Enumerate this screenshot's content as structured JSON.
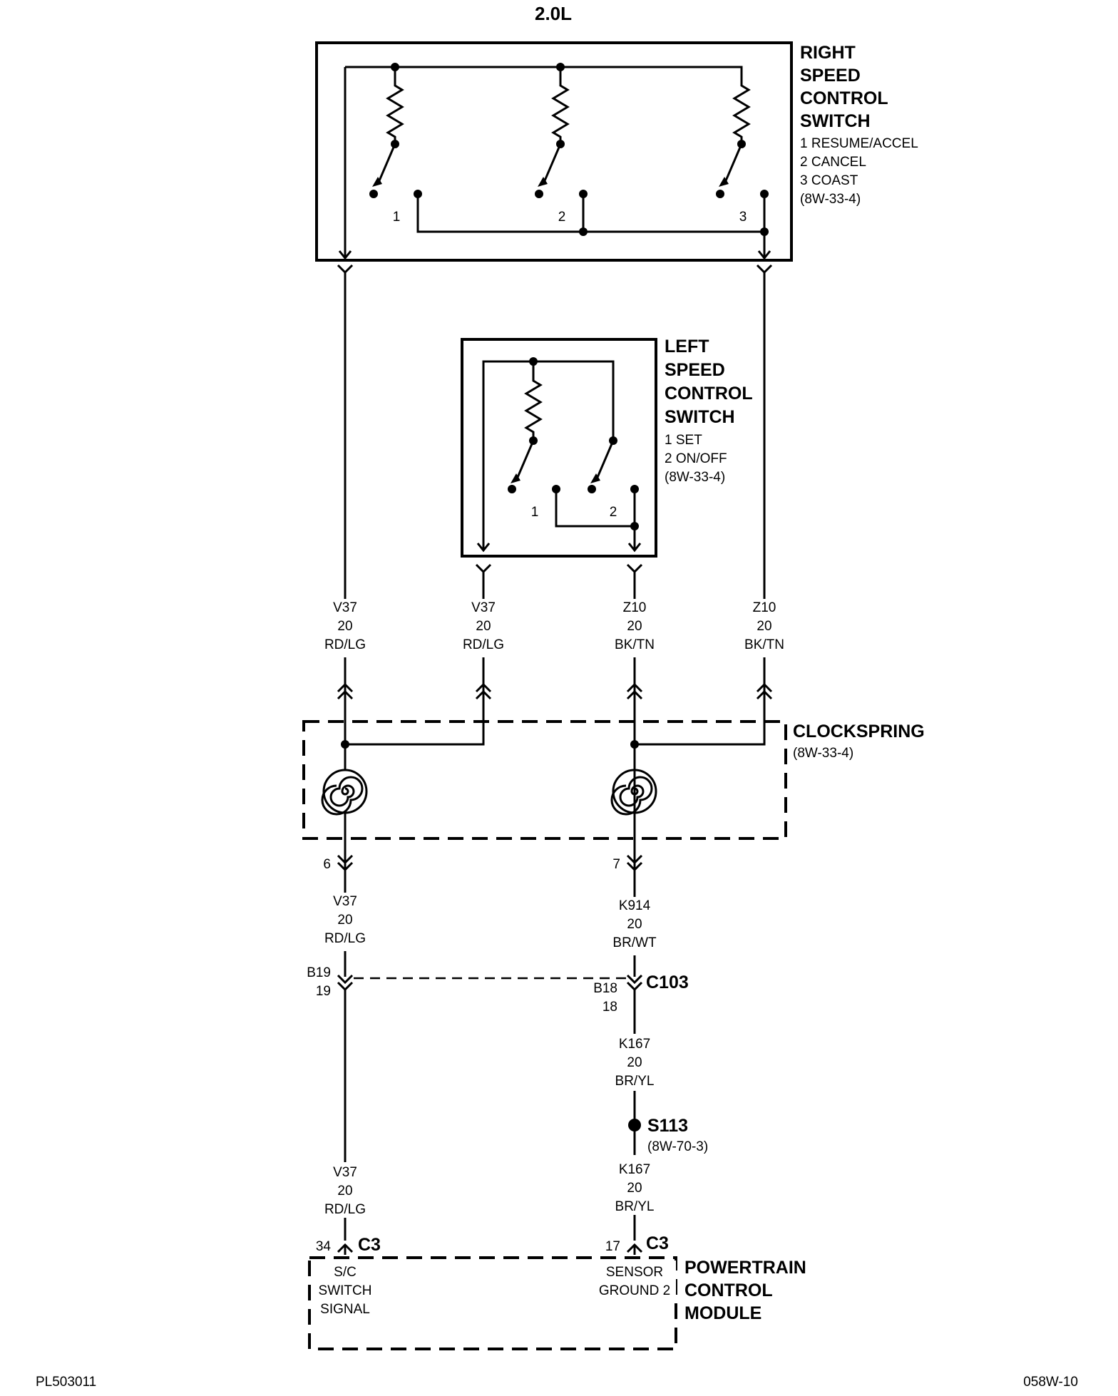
{
  "title": "2.0L",
  "right_switch": {
    "name_lines": [
      "RIGHT",
      "SPEED",
      "CONTROL",
      "SWITCH"
    ],
    "detail_lines": [
      "1 RESUME/ACCEL",
      "2 CANCEL",
      "3 COAST",
      "(8W-33-4)"
    ],
    "contacts": [
      "1",
      "2",
      "3"
    ]
  },
  "left_switch": {
    "name_lines": [
      "LEFT",
      "SPEED",
      "CONTROL",
      "SWITCH"
    ],
    "detail_lines": [
      "1 SET",
      "2 ON/OFF",
      "(8W-33-4)"
    ],
    "contacts": [
      "1",
      "2"
    ]
  },
  "upper_wires": [
    {
      "circuit": "V37",
      "gauge": "20",
      "color": "RD/LG"
    },
    {
      "circuit": "V37",
      "gauge": "20",
      "color": "RD/LG"
    },
    {
      "circuit": "Z10",
      "gauge": "20",
      "color": "BK/TN"
    },
    {
      "circuit": "Z10",
      "gauge": "20",
      "color": "BK/TN"
    }
  ],
  "clockspring": {
    "name": "CLOCKSPRING",
    "ref": "(8W-33-4)",
    "pin_left": "6",
    "pin_right": "7"
  },
  "mid_wires": {
    "left": {
      "circuit": "V37",
      "gauge": "20",
      "color": "RD/LG"
    },
    "right": {
      "circuit": "K914",
      "gauge": "20",
      "color": "BR/WT"
    }
  },
  "connector_c103": {
    "name": "C103",
    "left_cavity": "B19",
    "left_pin": "19",
    "right_cavity": "B18",
    "right_pin": "18"
  },
  "lower_wires": {
    "right_upper": {
      "circuit": "K167",
      "gauge": "20",
      "color": "BR/YL"
    },
    "right_lower": {
      "circuit": "K167",
      "gauge": "20",
      "color": "BR/YL"
    },
    "left": {
      "circuit": "V37",
      "gauge": "20",
      "color": "RD/LG"
    }
  },
  "splice": {
    "name": "S113",
    "ref": "(8W-70-3)"
  },
  "pcm": {
    "name_lines": [
      "POWERTRAIN",
      "CONTROL",
      "MODULE"
    ],
    "connector_left": "C3",
    "connector_right": "C3",
    "pin_left": "34",
    "pin_right": "17",
    "left_func": [
      "S/C",
      "SWITCH",
      "SIGNAL"
    ],
    "right_func": [
      "SENSOR",
      "GROUND 2"
    ]
  },
  "footer": {
    "left": "PL503011",
    "right": "058W-10"
  }
}
